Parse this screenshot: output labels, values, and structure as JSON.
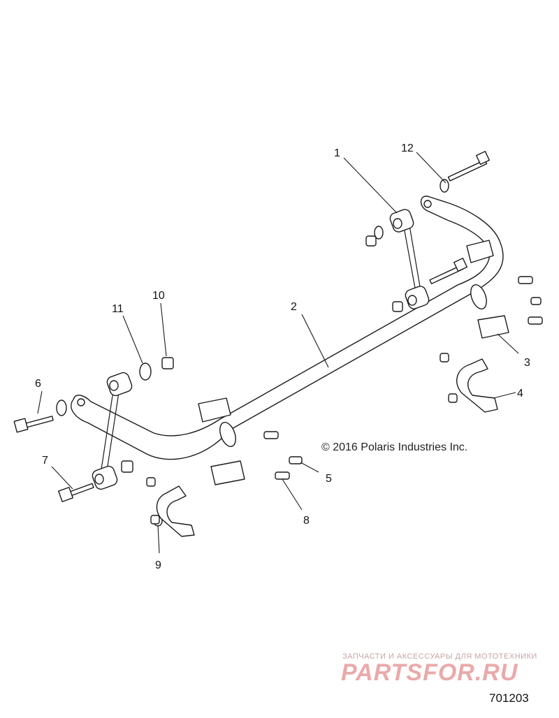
{
  "callouts": [
    {
      "id": "1",
      "label": "1"
    },
    {
      "id": "2",
      "label": "2"
    },
    {
      "id": "3",
      "label": "3"
    },
    {
      "id": "4",
      "label": "4"
    },
    {
      "id": "5",
      "label": "5"
    },
    {
      "id": "6",
      "label": "6"
    },
    {
      "id": "7",
      "label": "7"
    },
    {
      "id": "8",
      "label": "8"
    },
    {
      "id": "9",
      "label": "9"
    },
    {
      "id": "10",
      "label": "10"
    },
    {
      "id": "11",
      "label": "11"
    },
    {
      "id": "12",
      "label": "12"
    }
  ],
  "copyright": "© 2016 Polaris Industries Inc.",
  "watermark": {
    "tagline": "ЗАПЧАСТИ И АКСЕССУАРЫ ДЛЯ МОТОТЕХНИКИ",
    "logo": "PARTSFOR.RU"
  },
  "figure_number": "701203"
}
